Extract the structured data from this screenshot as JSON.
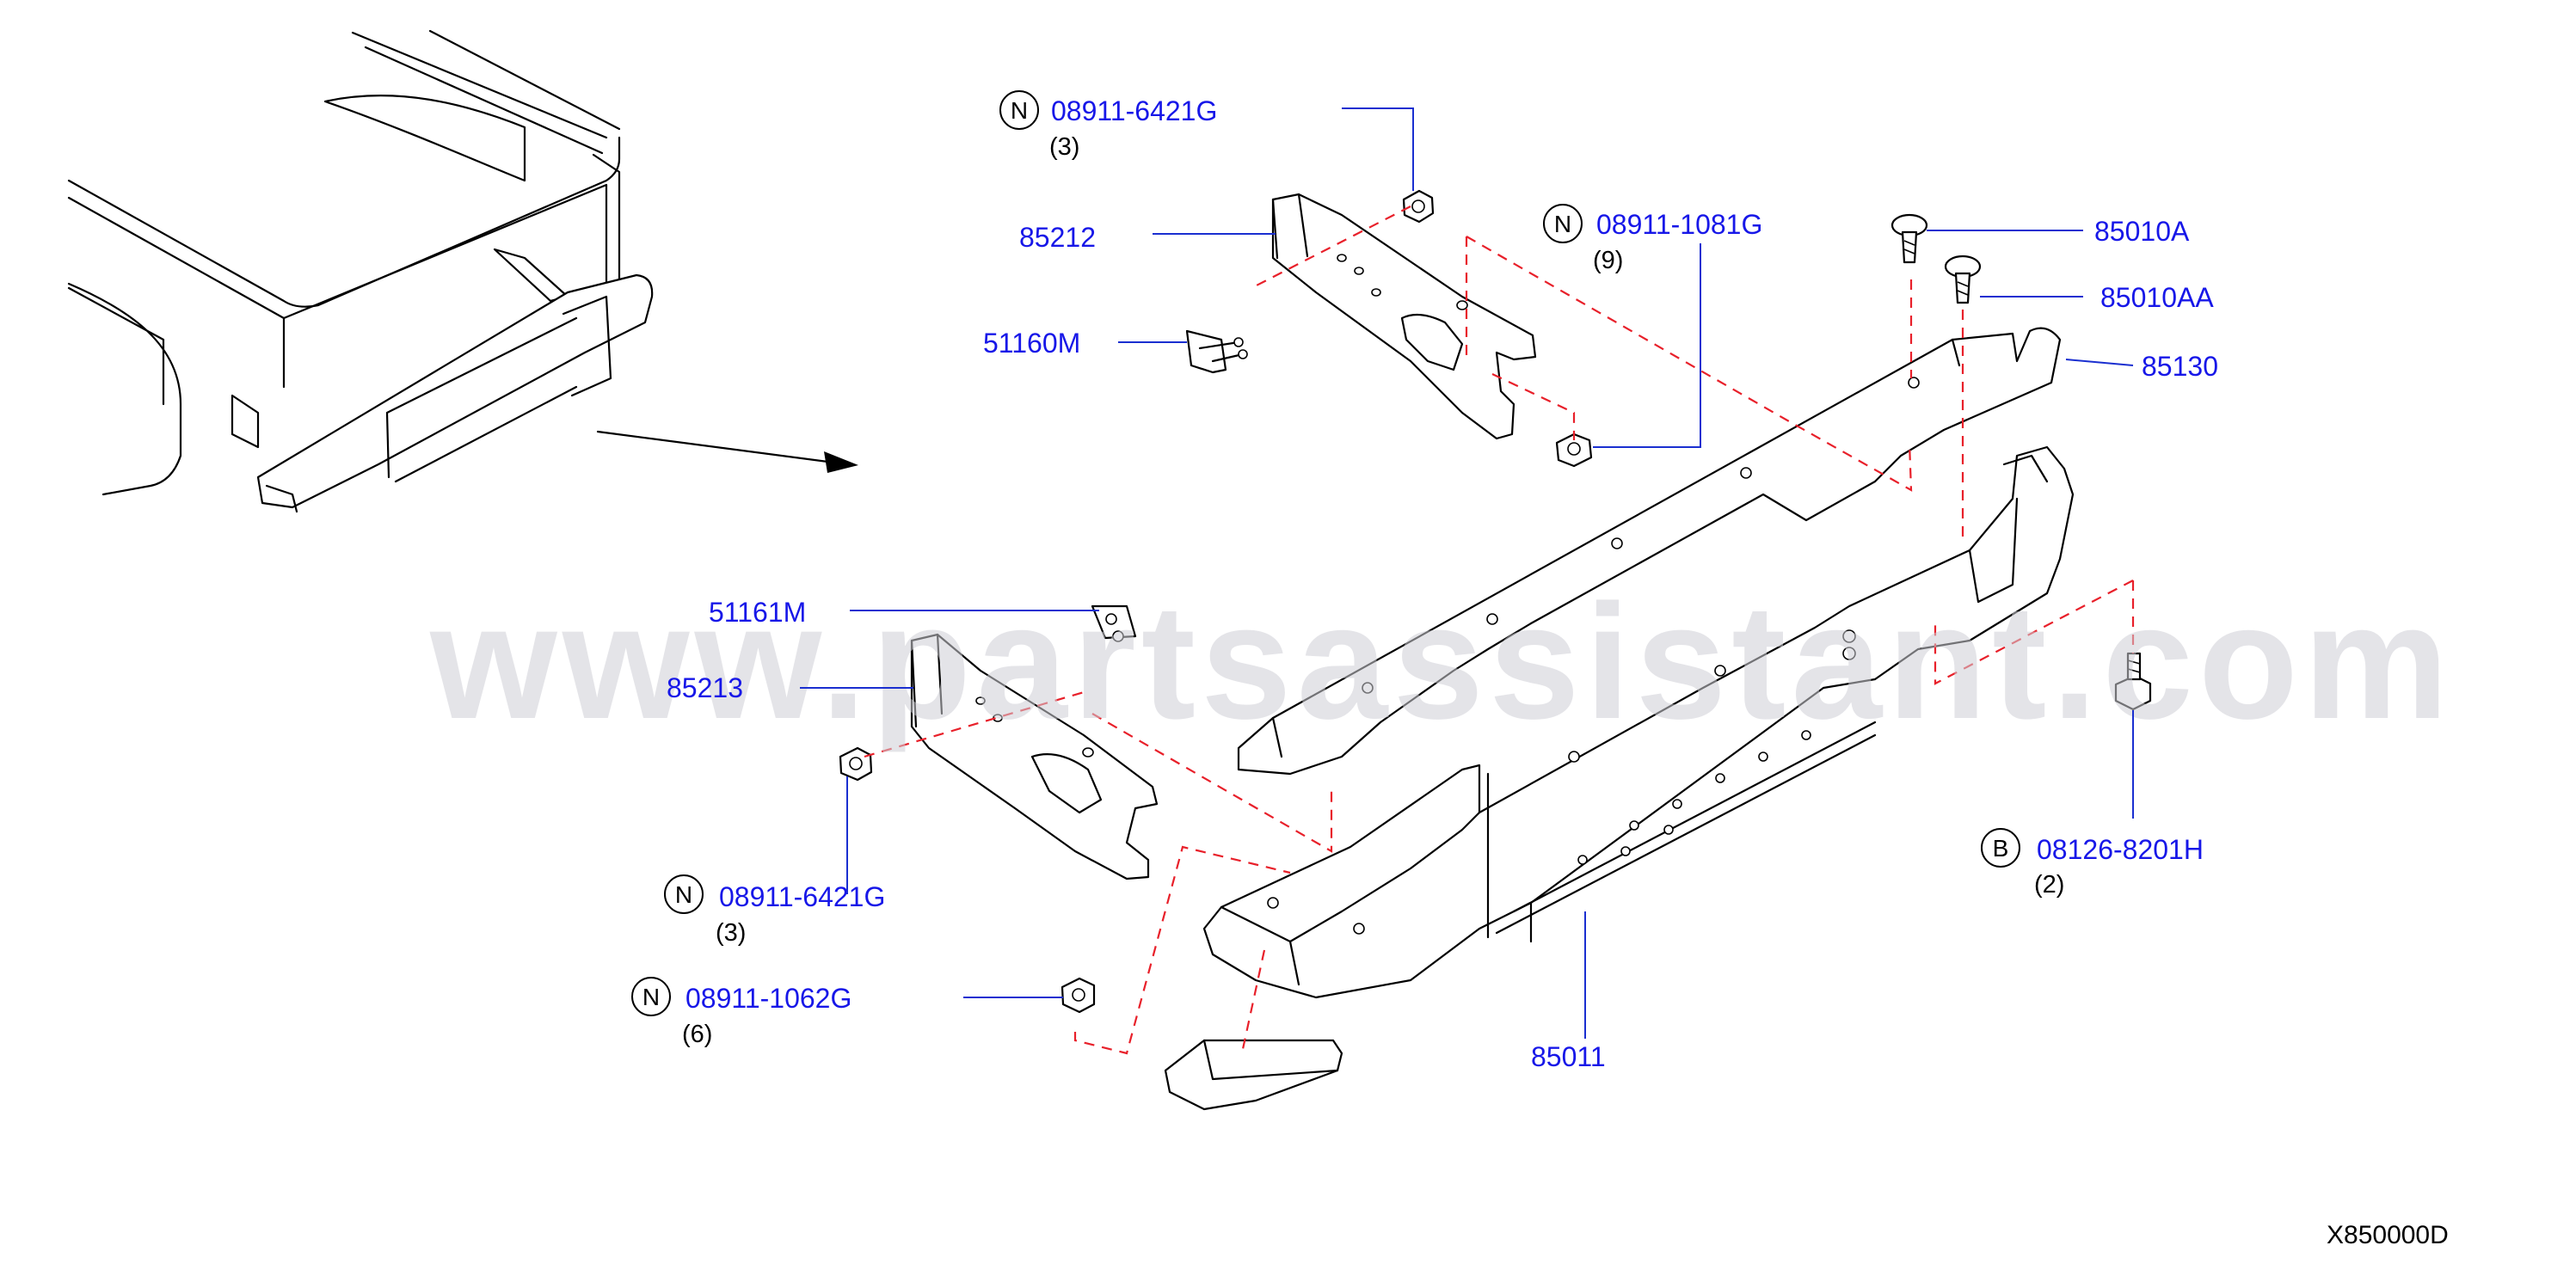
{
  "watermark": "www.partsassistant.com",
  "diagram_code": "X850000D",
  "callouts": {
    "nut_6421g_top": {
      "marker": "N",
      "part": "08911-6421G",
      "qty": "(3)"
    },
    "bracket_rh": {
      "part": "85212"
    },
    "bolt_51160m": {
      "part": "51160M"
    },
    "nut_1081g": {
      "marker": "N",
      "part": "08911-1081G",
      "qty": "(9)"
    },
    "bolt_85010a": {
      "part": "85010A"
    },
    "bolt_85010aa": {
      "part": "85010AA"
    },
    "step_85130": {
      "part": "85130"
    },
    "bolt_51161m": {
      "part": "51161M"
    },
    "bracket_lh": {
      "part": "85213"
    },
    "nut_6421g_bottom": {
      "marker": "N",
      "part": "08911-6421G",
      "qty": "(3)"
    },
    "nut_1062g": {
      "marker": "N",
      "part": "08911-1062G",
      "qty": "(6)"
    },
    "bumper_85011": {
      "part": "85011"
    },
    "bolt_8201h": {
      "marker": "B",
      "part": "08126-8201H",
      "qty": "(2)"
    }
  },
  "colors": {
    "part_number": "#1717e8",
    "leader": "#1a2fd0",
    "dash": "#e8202a",
    "line": "#000000"
  }
}
